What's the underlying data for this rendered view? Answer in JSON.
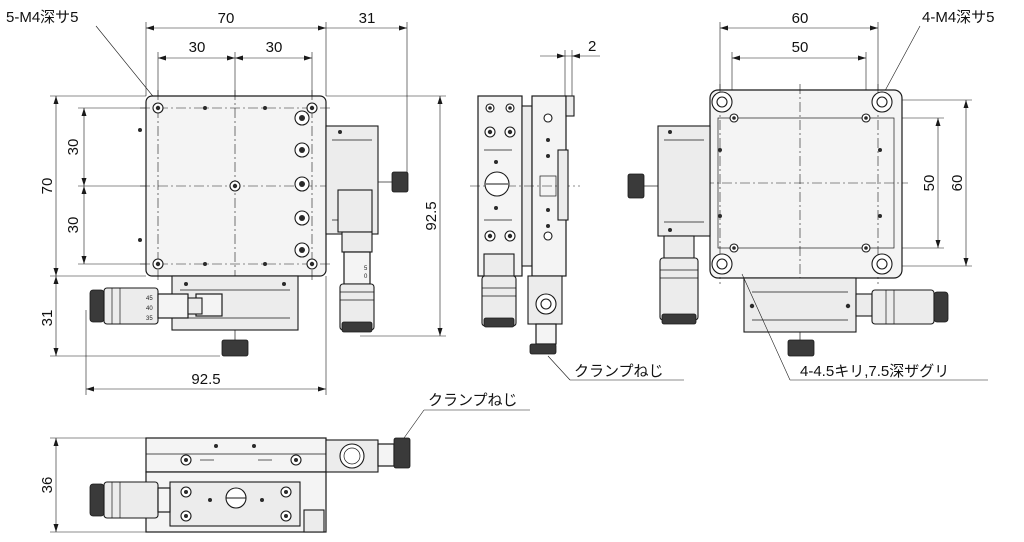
{
  "top_view": {
    "width_label": "70",
    "half_width_left": "30",
    "half_width_right": "30",
    "micrometer_offset": "31",
    "height_label": "70",
    "half_height_top": "30",
    "half_height_bottom": "30",
    "overall_height": "92.5",
    "overall_width": "92.5",
    "micrometer_bottom": "31",
    "tapped_holes": "5-M4深サ5"
  },
  "side_view": {
    "gap_label": "2",
    "clamp_screw": "クランプねじ"
  },
  "bottom_view": {
    "width_label": "60",
    "inner_width": "50",
    "inner_height": "50",
    "outer_height": "60",
    "tapped_holes": "4-M4深サ5",
    "counterbore": "4-4.5キリ,7.5深ザグリ"
  },
  "front_view": {
    "height_label": "36",
    "clamp_screw": "クランプねじ"
  },
  "micrometer": {
    "scale_ticks": [
      "5",
      "0",
      "45",
      "40",
      "35"
    ]
  }
}
